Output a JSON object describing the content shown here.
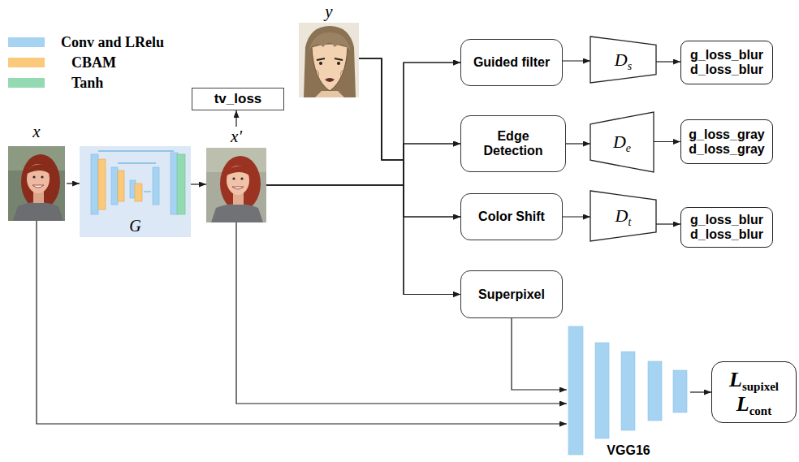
{
  "diagram": {
    "nodes": [
      {
        "text": [
          "x"
        ]
      },
      {
        "text": [
          "G"
        ]
      },
      {
        "text": [
          "tv_loss"
        ]
      },
      {
        "text": [
          "x'"
        ]
      },
      {
        "text": [
          "y"
        ]
      },
      {
        "text": [
          "Guided filter"
        ]
      },
      {
        "text": [
          "D",
          "s"
        ]
      },
      {
        "text": [
          "g_loss_blur",
          "d_loss_blur"
        ]
      },
      {
        "text": [
          "Edge Detection"
        ]
      },
      {
        "text": [
          "D",
          "e"
        ]
      },
      {
        "text": [
          "g_loss_gray",
          "d_loss_gray"
        ]
      },
      {
        "text": [
          "Color Shift"
        ]
      },
      {
        "text": [
          "D",
          "t"
        ]
      },
      {
        "text": [
          "g_loss_blur",
          "d_loss_blur"
        ]
      },
      {
        "text": [
          "Superpixel"
        ]
      },
      {
        "text": [
          "VGG16"
        ]
      },
      {
        "text": [
          "L",
          "supixel",
          "L",
          "cont"
        ]
      }
    ],
    "edges": [
      {
        "from": 0,
        "to": 1,
        "arrow": "to"
      },
      {
        "from": 1,
        "to": 3,
        "arrow": "to"
      },
      {
        "from": 3,
        "to": 2,
        "arrow": "to"
      },
      {
        "from": 3,
        "to": 5,
        "arrow": "to"
      },
      {
        "from": 4,
        "to": 5,
        "arrow": "to"
      },
      {
        "from": 3,
        "to": 8,
        "arrow": "to"
      },
      {
        "from": 4,
        "to": 8,
        "arrow": "to"
      },
      {
        "from": 3,
        "to": 11,
        "arrow": "to"
      },
      {
        "from": 4,
        "to": 11,
        "arrow": "to"
      },
      {
        "from": 3,
        "to": 14,
        "arrow": "to"
      },
      {
        "from": 4,
        "to": 14,
        "arrow": "to"
      },
      {
        "from": 5,
        "to": 6,
        "arrow": "to"
      },
      {
        "from": 6,
        "to": 7,
        "arrow": "to"
      },
      {
        "from": 8,
        "to": 9,
        "arrow": "to"
      },
      {
        "from": 9,
        "to": 10,
        "arrow": "to"
      },
      {
        "from": 11,
        "to": 12,
        "arrow": "to"
      },
      {
        "from": 12,
        "to": 13,
        "arrow": "to"
      },
      {
        "from": 14,
        "to": 15,
        "arrow": "to"
      },
      {
        "from": 3,
        "to": 15,
        "arrow": "to"
      },
      {
        "from": 0,
        "to": 15,
        "arrow": "to"
      },
      {
        "from": 15,
        "to": 16,
        "arrow": "to"
      }
    ],
    "legend": [
      {
        "text": "Conv and LRelu",
        "color": "#a6d3f2"
      },
      {
        "text": "CBAM",
        "color": "#fbc97c"
      },
      {
        "text": "Tanh",
        "color": "#93dab3"
      }
    ]
  }
}
